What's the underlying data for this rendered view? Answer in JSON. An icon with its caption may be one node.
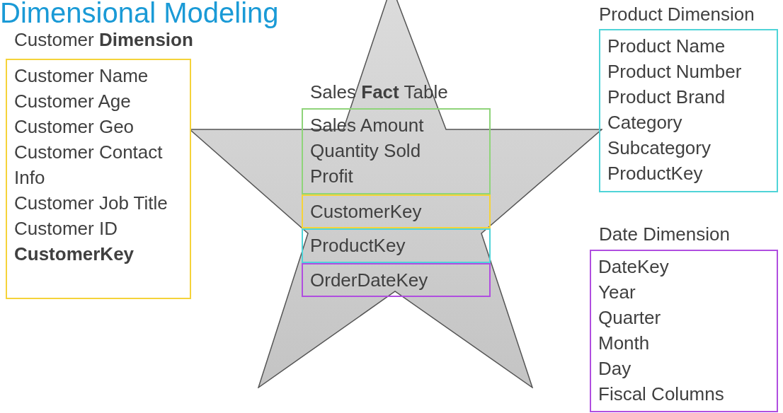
{
  "diagram": {
    "title": "Dimensional Modeling",
    "nodes": [
      {
        "text": [
          "Customer **Dimension**",
          "Customer Name",
          "Customer Age",
          "Customer Geo",
          "Customer Contact Info",
          "Customer Job Title",
          "Customer ID",
          "CustomerKey"
        ]
      },
      {
        "text": [],
        "shape": "star"
      },
      {
        "text": [
          "Sales **Fact** Table",
          "Sales Amount",
          "Quantity Sold",
          "Profit"
        ],
        "in": 1
      },
      {
        "text": [
          "CustomerKey"
        ],
        "in": 1
      },
      {
        "text": [
          "ProductKey"
        ],
        "in": 1
      },
      {
        "text": [
          "OrderDateKey"
        ],
        "in": 1
      },
      {
        "text": [
          "Product Dimension",
          "Product Name",
          "Product Number",
          "Product Brand",
          "Category",
          "Subcategory",
          "ProductKey"
        ]
      },
      {
        "text": [
          "Date Dimension",
          "DateKey",
          "Year",
          "Quarter",
          "Month",
          "Day",
          "Fiscal Columns"
        ]
      }
    ]
  }
}
